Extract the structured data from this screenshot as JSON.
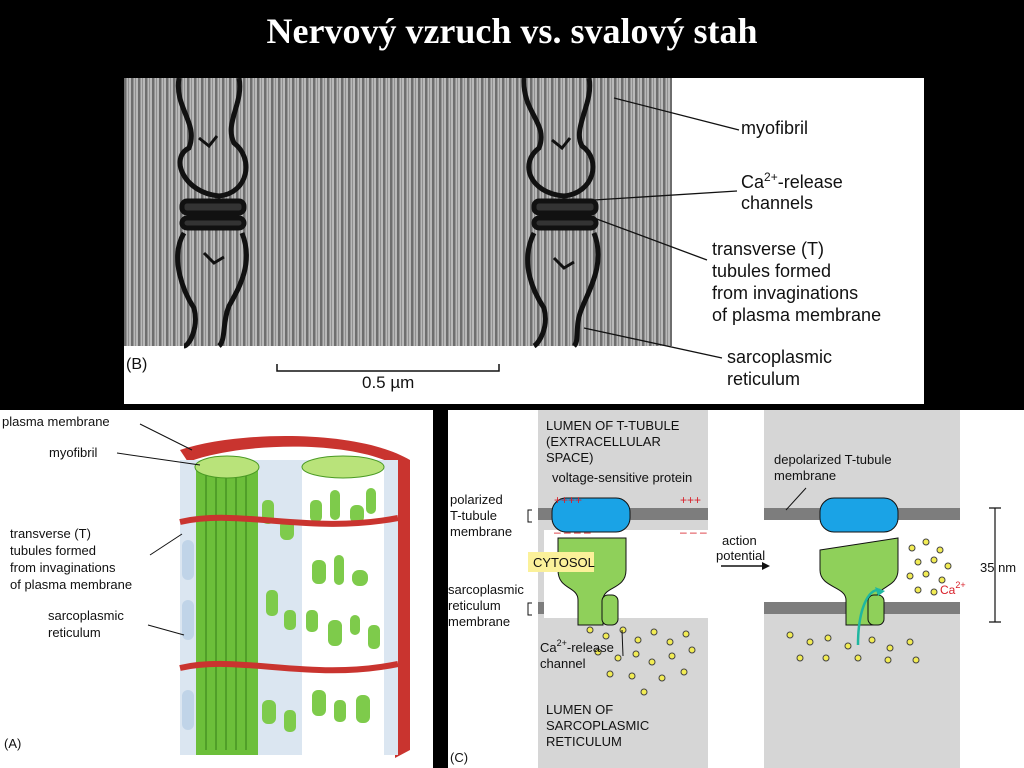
{
  "slide_title": "Nervový vzruch vs. svalový stah",
  "panel_b": {
    "tag": "(B)",
    "scale_bar": "0.5 µm",
    "labels": {
      "myofibril": "myofibril",
      "ca_release_1a": "Ca",
      "ca_release_1b": "2+",
      "ca_release_1c": "-release",
      "ca_release_2": "channels",
      "t_tubule_1": "transverse (T)",
      "t_tubule_2": "tubules formed",
      "t_tubule_3": "from invaginations",
      "t_tubule_4": "of plasma membrane",
      "sr_1": "sarcoplasmic",
      "sr_2": "reticulum"
    }
  },
  "panel_a": {
    "tag": "(A)",
    "labels": {
      "plasma_membrane": "plasma membrane",
      "myofibril": "myofibril",
      "t_1": "transverse (T)",
      "t_2": "tubules formed",
      "t_3": "from invaginations",
      "t_4": "of plasma membrane",
      "sr_1": "sarcoplasmic",
      "sr_2": "reticulum"
    }
  },
  "panel_c": {
    "tag": "(C)",
    "labels": {
      "lumen_t_1": "LUMEN OF T-TUBULE",
      "lumen_t_2": "(EXTRACELLULAR",
      "lumen_t_3": "SPACE)",
      "voltage_protein": "voltage-sensitive protein",
      "plus_left": "++++",
      "plus_right": "+++",
      "minus_left": "– – – –",
      "minus_right": "– – –",
      "polarized_1": "polarized",
      "polarized_2": "T-tubule",
      "polarized_3": "membrane",
      "cytosol": "CYTOSOL",
      "action_1": "action",
      "action_2": "potential",
      "depolarized_1": "depolarized T-tubule",
      "depolarized_2": "membrane",
      "distance": "35 nm",
      "sr_mem_1": "sarcoplasmic",
      "sr_mem_2": "reticulum",
      "sr_mem_3": "membrane",
      "ca_channel_1a": "Ca",
      "ca_channel_1b": "2+",
      "ca_channel_1c": "-release",
      "ca_channel_2": "channel",
      "ca_ion_a": "Ca",
      "ca_ion_b": "2+",
      "lumen_sr_1": "LUMEN OF",
      "lumen_sr_2": "SARCOPLASMIC",
      "lumen_sr_3": "RETICULUM"
    }
  },
  "colors": {
    "background": "#000000",
    "receptor_green": "#8fd05a",
    "sensor_blue": "#1aa3e6",
    "membrane_gray": "#7d7d7d",
    "ca_yellow": "#f2ec54",
    "cytosol_box": "#fbf19a",
    "plasma_red": "#c9342f",
    "ca_arrow": "#1fb7a0"
  }
}
